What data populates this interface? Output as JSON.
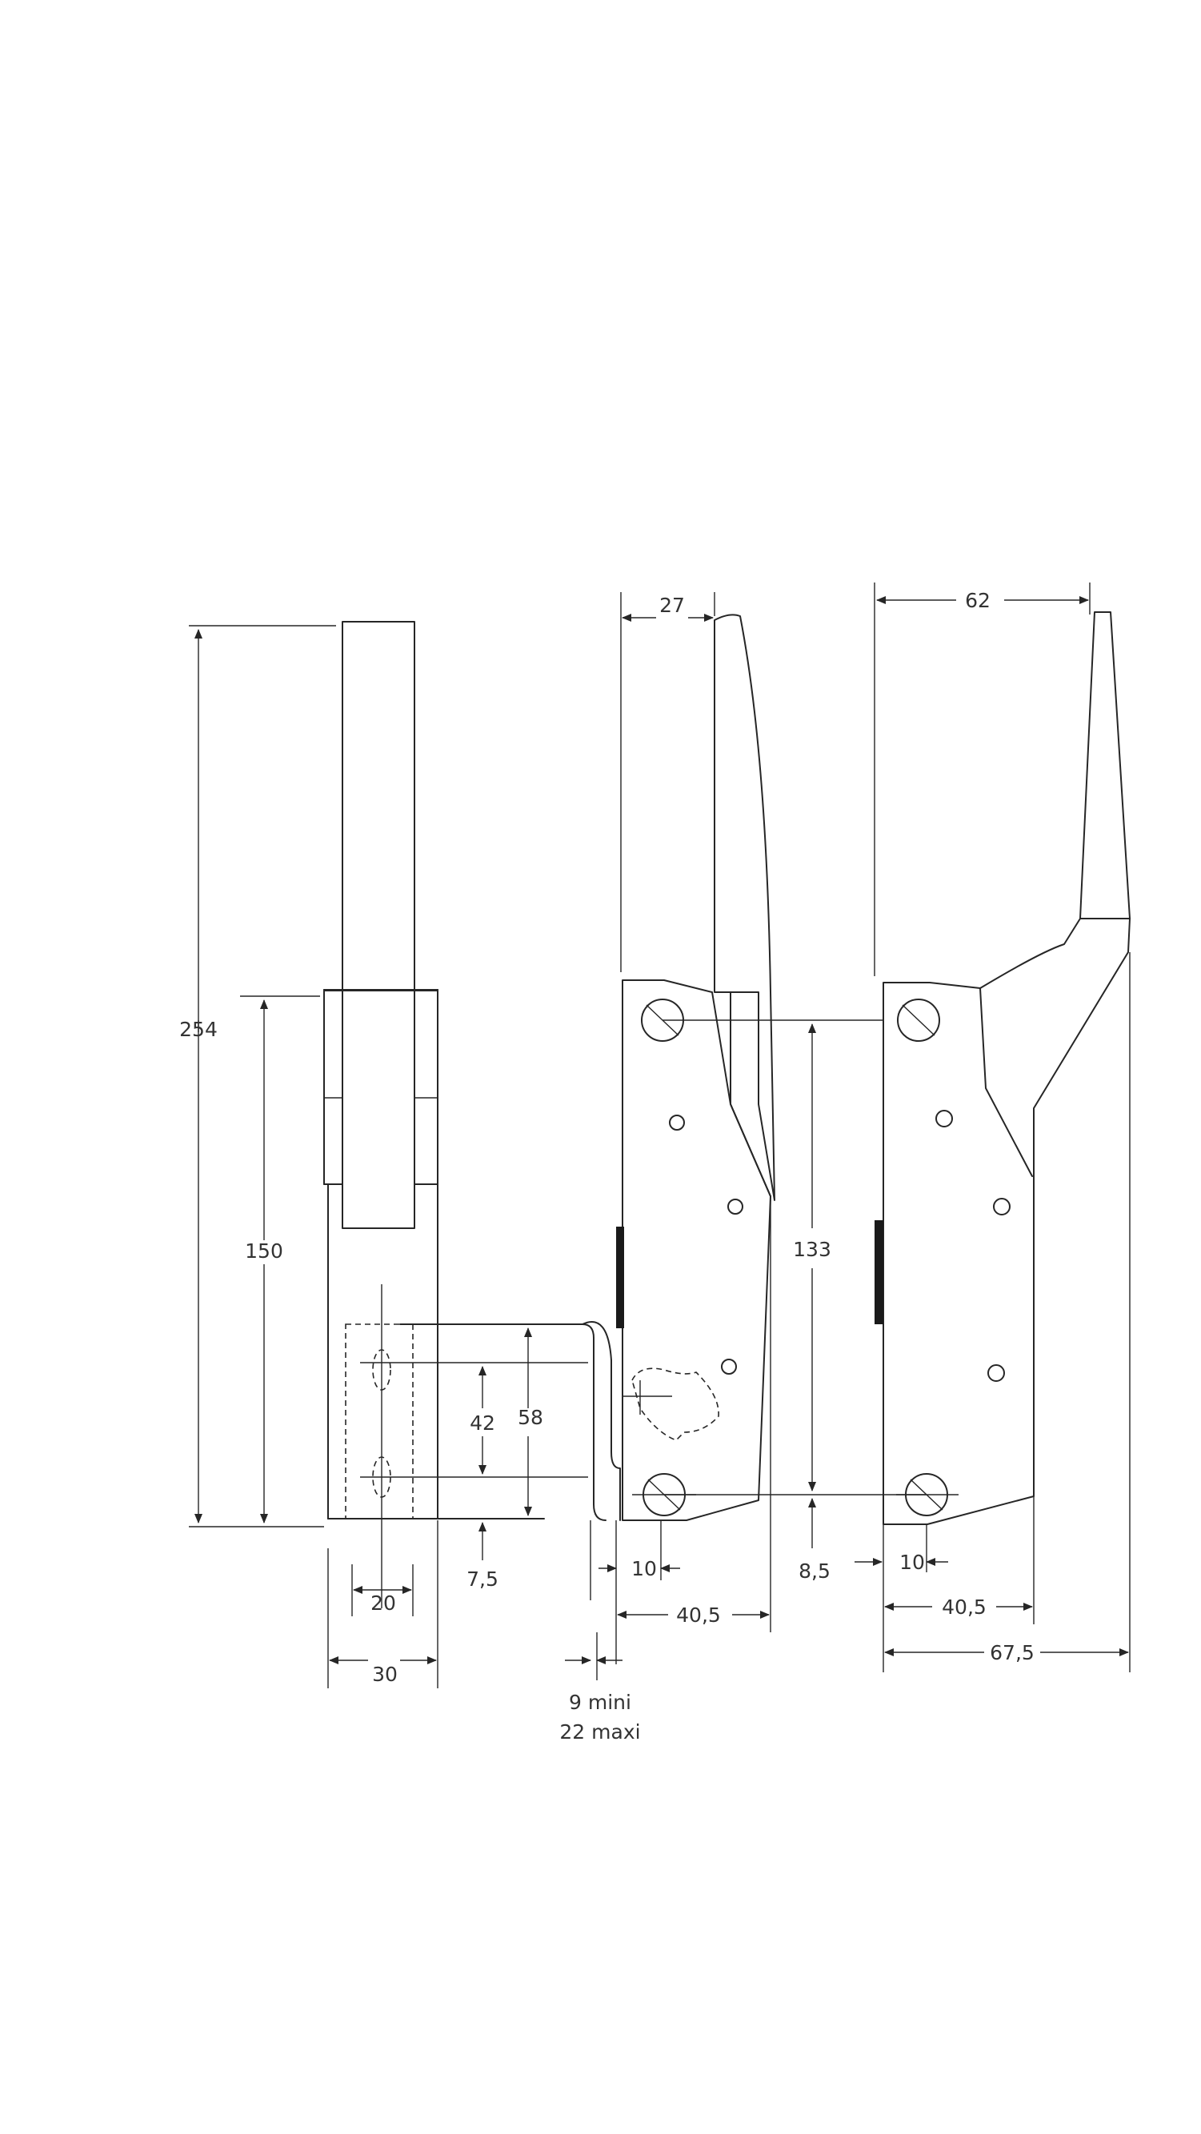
{
  "diagram": {
    "dimensions": {
      "side_height": "254",
      "body_height": "150",
      "slot_pitch": "42",
      "bracket_height": "58",
      "bottom_offset": "7,5",
      "slot_width": "20",
      "bracket_width": "30",
      "gap_text_1": "9 mini",
      "gap_text_2": "22 maxi",
      "handle_offset_a": "27",
      "hole_pitch": "133",
      "lower_offset": "8,5",
      "edge_a": "10",
      "width_a": "40,5",
      "handle_offset_b": "62",
      "edge_b": "10",
      "width_b": "40,5",
      "total_width_b": "67,5"
    }
  }
}
